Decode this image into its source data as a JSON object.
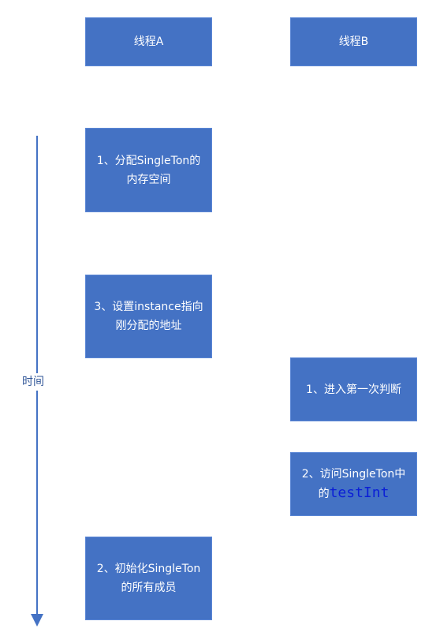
{
  "thread_a": {
    "header": "线程A",
    "step1": "1、分配SingleTon的内存空间",
    "step3": "3、设置instance指向刚分配的地址",
    "step2": "2、初始化SingleTon的所有成员"
  },
  "thread_b": {
    "header": "线程B",
    "step1": "1、进入第一次判断",
    "step2_prefix": "2、访问SingleTon中的",
    "step2_code": "testInt"
  },
  "timeline": {
    "label": "时间"
  },
  "colors": {
    "box_fill": "#4472c4",
    "arrow": "#4472c4",
    "code_text": "#0b1fd6"
  }
}
